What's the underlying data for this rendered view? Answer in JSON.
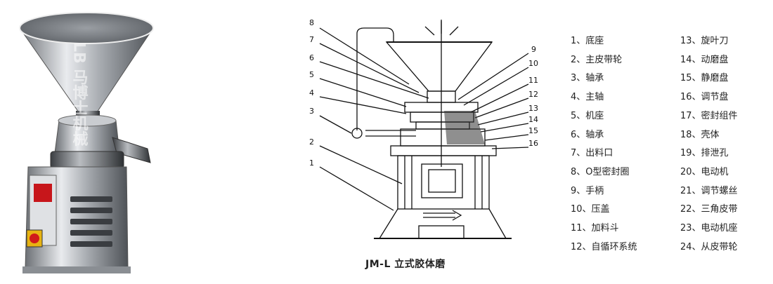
{
  "photo": {
    "watermark": "LB 马博士机械"
  },
  "diagram": {
    "caption": "JM-L 立式胶体磨",
    "callouts": [
      "1",
      "2",
      "3",
      "4",
      "5",
      "6",
      "7",
      "8",
      "9",
      "10",
      "11",
      "12",
      "13",
      "14",
      "15",
      "16"
    ]
  },
  "legend": {
    "col1": [
      "1、底座",
      "2、主皮带轮",
      "3、轴承",
      "4、主轴",
      "5、机座",
      "6、轴承",
      "7、出料口",
      "8、O型密封圈",
      "9、手柄",
      "10、压盖",
      "11、加料斗",
      "12、自循环系统"
    ],
    "col2": [
      "13、旋叶刀",
      "14、动磨盘",
      "15、静磨盘",
      "16、调节盘",
      "17、密封组件",
      "18、壳体",
      "19、排泄孔",
      "20、电动机",
      "21、调节螺丝",
      "22、三角皮带",
      "23、电动机座",
      "24、从皮带轮"
    ]
  }
}
